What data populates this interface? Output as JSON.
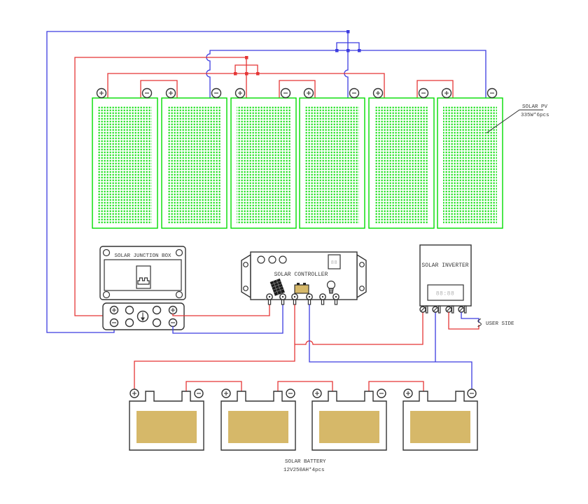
{
  "diagram_type": "solar-power-system-wiring-schematic",
  "labels": {
    "pv_name": "SOLAR PV",
    "pv_spec": "335W*6pcs",
    "junction_box_title": "SOLAR JUNCTION BOX",
    "controller_title": "SOLAR CONTROLLER",
    "controller_display": "88",
    "inverter_title": "SOLAR INVERTER",
    "inverter_display": "88:88",
    "user_side": "USER SIDE",
    "battery_name": "SOLAR BATTERY",
    "battery_spec": "12V250AH*4pcs"
  },
  "components": {
    "pv_panel_count": 6,
    "battery_count": 4,
    "pv_strings": "3 strings of 2 panels in series",
    "battery_bank": "4 batteries in series",
    "controller_unused_terminals": 2
  },
  "colors": {
    "pv_green": "#00dd00",
    "wire_positive_red": "#e53535",
    "wire_negative_blue": "#3c3ce0",
    "battery_fill_tan": "#d6b869",
    "outline": "#333333"
  }
}
